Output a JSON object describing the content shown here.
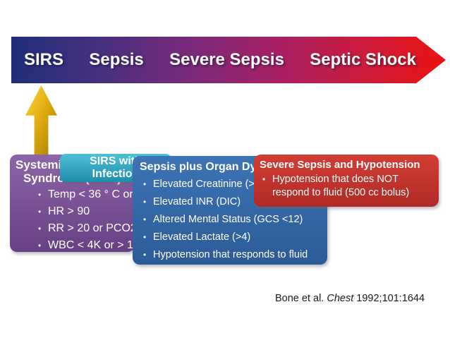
{
  "bullet_glyph": "•",
  "banner": {
    "labels": [
      "SIRS",
      "Sepsis",
      "Severe Sepsis",
      "Septic Shock"
    ]
  },
  "boxes": {
    "sirs": {
      "title_line1": "Systemic Inflammatory",
      "title_line2": "Syndrome (SIRS)",
      "bullets": [
        "Temp < 36 ° C or > 38 ° C",
        "HR > 90",
        "RR > 20 or PCO2 < 32",
        "WBC < 4K or > 12K"
      ]
    },
    "sirs_with_infection": {
      "title_line1": "SIRS with",
      "title_line2": "Infection"
    },
    "sepsis_organ_dysfunction": {
      "title": "Sepsis plus Organ Dysfunction",
      "bullets": [
        "Elevated Creatinine (>2.0)",
        "Elevated INR (DIC)",
        "Altered Mental Status (GCS <12)",
        "Elevated Lactate (>4)",
        "Hypotension that responds to fluid"
      ]
    },
    "severe_sepsis_hypotension": {
      "title": "Severe Sepsis and Hypotension",
      "bullets": [
        "Hypotension that does NOT respond to fluid (500 cc bolus)"
      ]
    }
  },
  "citation": {
    "prefix": "Bone et al. ",
    "journal": "Chest",
    "suffix": " 1992;101:1644"
  },
  "colors": {
    "banner_gradient_left": "#202e79",
    "banner_gradient_mid": "#7c2a7a",
    "banner_gradient_right": "#ea1212",
    "gold_arrow": "#e3ae12",
    "purple_box": "#7b5296",
    "teal_box": "#35a7c1",
    "blue_box": "#35679f",
    "red_box": "#c2342d",
    "box_text": "#ffffff",
    "citation_text": "#1b1b1b"
  }
}
